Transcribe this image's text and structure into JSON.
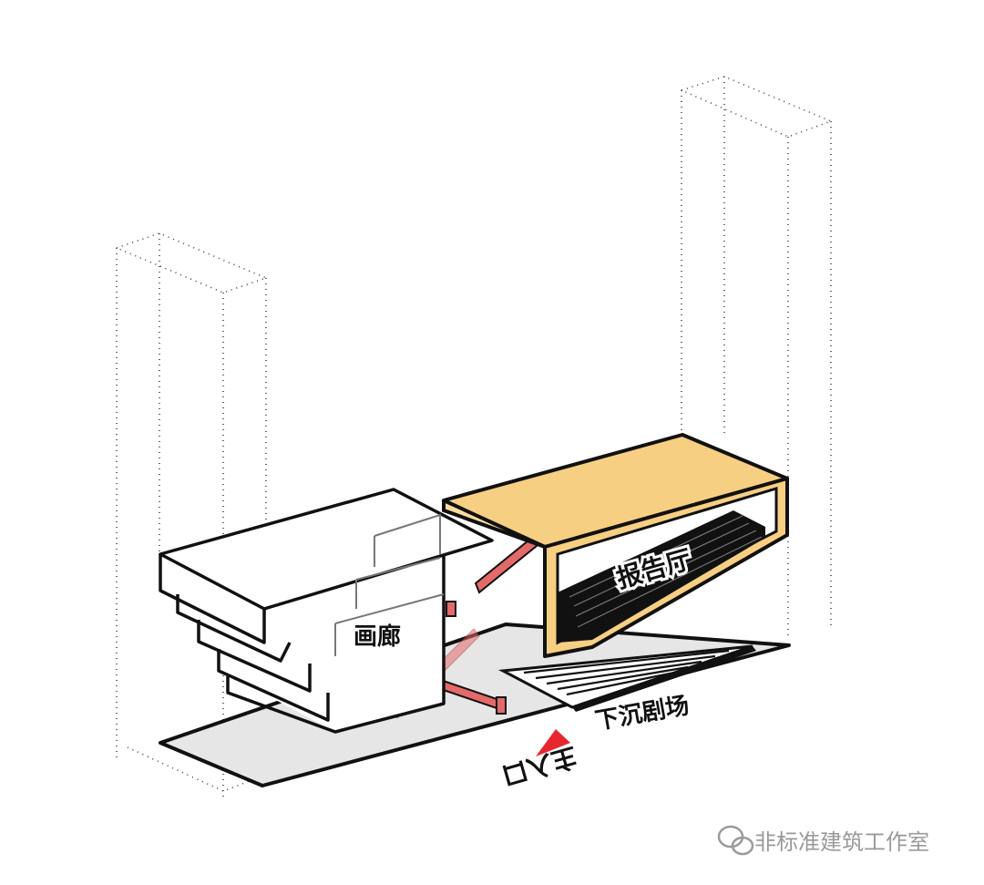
{
  "labels": {
    "gallery": "画廊",
    "auditorium": "报告厅",
    "sunken_theater": "下沉剧场",
    "main_entrance": "主入口"
  },
  "watermark": {
    "text": "非标准建筑工作室",
    "icon": "wechat-icon"
  },
  "colors": {
    "ground": "#e6e6e6",
    "auditorium": "#f7cf82",
    "bridge": "#e46a6a",
    "entrance_marker": "#e8262e",
    "outline": "#111111"
  }
}
